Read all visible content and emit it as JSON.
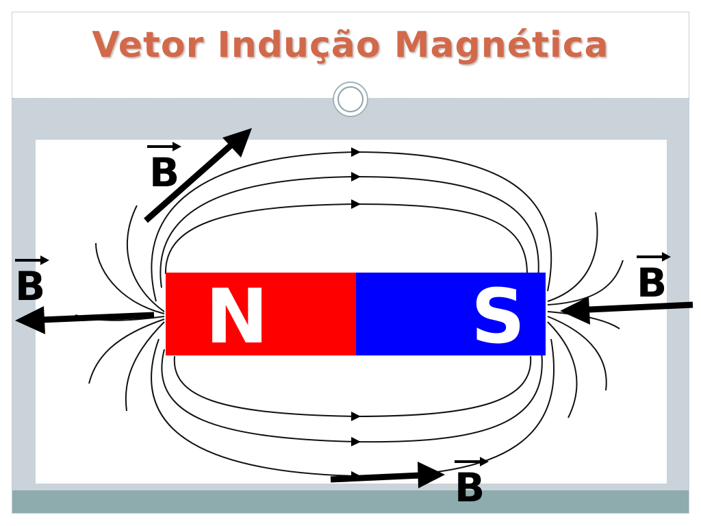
{
  "slide": {
    "title": "Vetor Indução Magnética"
  },
  "magnet": {
    "north_label": "N",
    "south_label": "S",
    "north_color": "#ff0000",
    "south_color": "#0000ff"
  },
  "vectors": [
    {
      "label": "B"
    },
    {
      "label": "B"
    },
    {
      "label": "B"
    },
    {
      "label": "B"
    }
  ],
  "colors": {
    "title": "#d2694a",
    "panel": "#c9d3d9",
    "bottom_bar": "#8eabad"
  }
}
